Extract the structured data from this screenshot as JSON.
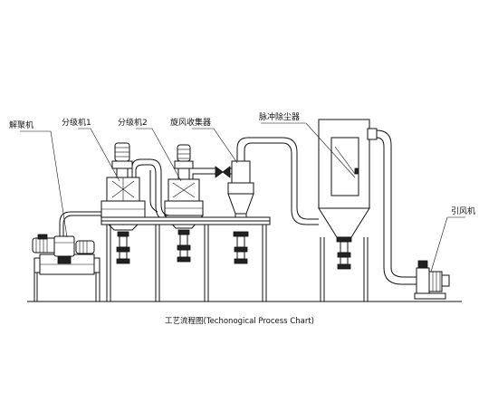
{
  "labels": {
    "deagglomerator": "解聚机",
    "classifier1": "分级机1",
    "classifier2": "分级机2",
    "cyclone": "旋风收集器",
    "pulse_collector": "脉冲除尘器",
    "induced_fan": "引风机"
  },
  "caption": "工艺流程图(Techonogical Process Chart)"
}
